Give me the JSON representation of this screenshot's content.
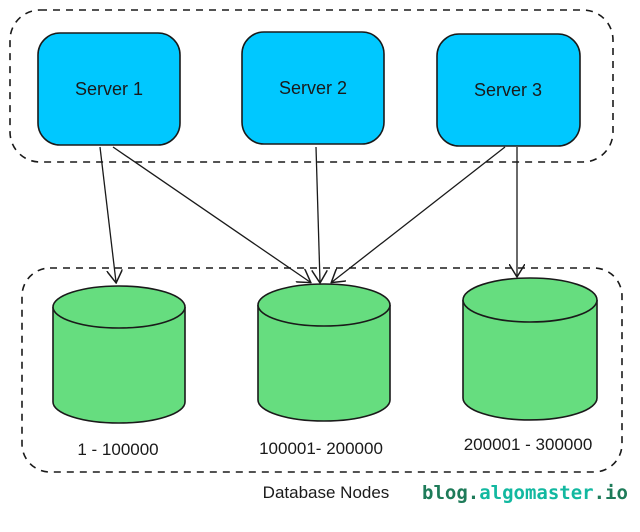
{
  "servers": [
    {
      "label": "Server 1"
    },
    {
      "label": "Server 2"
    },
    {
      "label": "Server 3"
    }
  ],
  "databases": [
    {
      "range": "1 - 100000"
    },
    {
      "range": "100001- 200000"
    },
    {
      "range": "200001 - 300000"
    }
  ],
  "caption": "Database Nodes",
  "brand": {
    "part1": "blog.",
    "part2": "algomaster",
    "part3": ".io",
    "color_dark": "#1e7b59",
    "color_accent": "#12b8a0"
  },
  "colors": {
    "server_fill": "#00c8ff",
    "db_fill": "#66dd7f",
    "stroke": "#1a1a1a"
  }
}
